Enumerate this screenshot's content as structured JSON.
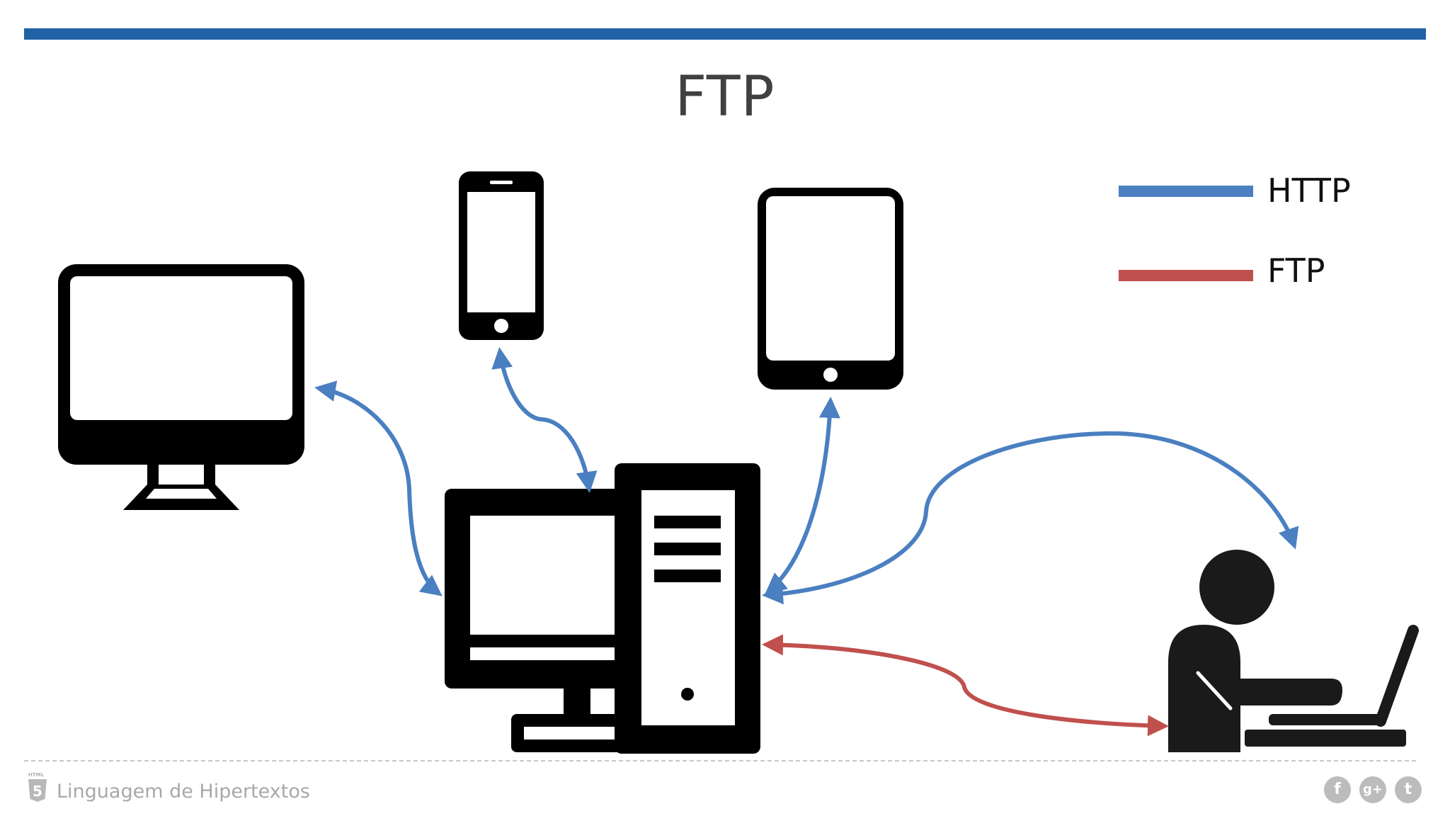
{
  "slide": {
    "title": "FTP"
  },
  "legend": {
    "items": [
      {
        "label": "HTTP",
        "color": "#4a7fc1"
      },
      {
        "label": "FTP",
        "color": "#c0504d"
      }
    ]
  },
  "colors": {
    "accent_bar": "#1f62a6",
    "http_arrow": "#4a7fc1",
    "ftp_arrow": "#c0504d",
    "icon": "#000000"
  },
  "devices": [
    "desktop-monitor-icon",
    "smartphone-icon",
    "tablet-icon",
    "server-computer-icon",
    "user-laptop-icon"
  ],
  "footer": {
    "logo_caption": "HTML",
    "logo_number": "5",
    "text": "Linguagem de Hipertextos",
    "social": [
      {
        "name": "facebook-icon",
        "glyph": "f"
      },
      {
        "name": "google-plus-icon",
        "glyph": "g+"
      },
      {
        "name": "twitter-icon",
        "glyph": "t"
      }
    ]
  }
}
